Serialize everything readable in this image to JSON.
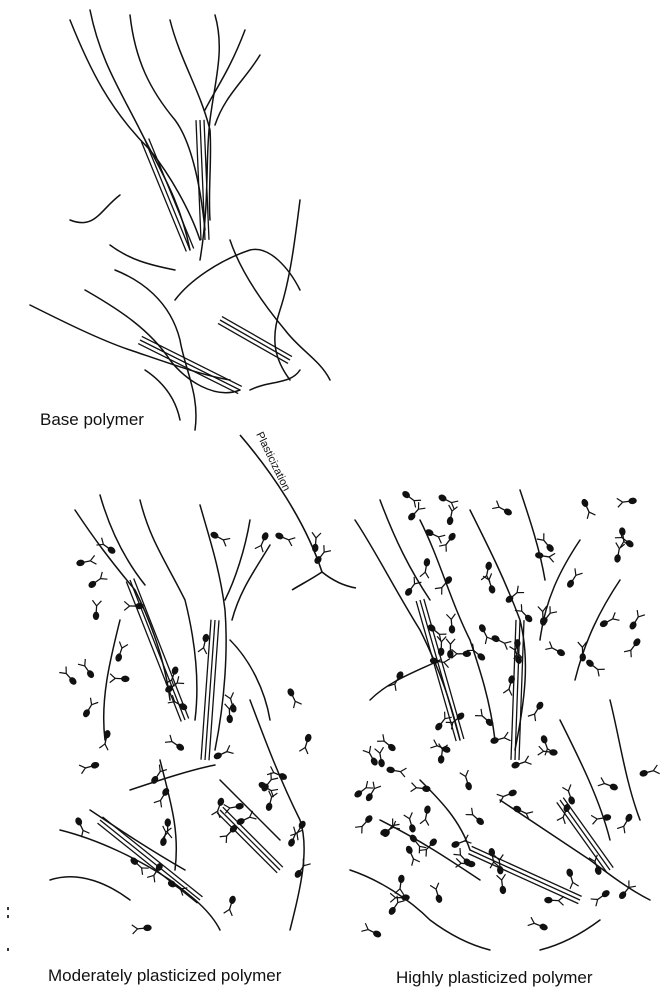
{
  "labels": {
    "base": "Base polymer",
    "moderate": "Moderately plasticized polymer",
    "high": "Highly plasticized polymer",
    "process": "Plasticization"
  },
  "colors": {
    "ink": "#111111",
    "background": "#ffffff"
  },
  "figures": {
    "base": {
      "plasticizer_molecules": 0
    },
    "moderate": {
      "plasticizer_molecules": 48
    },
    "high": {
      "plasticizer_molecules": 95
    }
  }
}
